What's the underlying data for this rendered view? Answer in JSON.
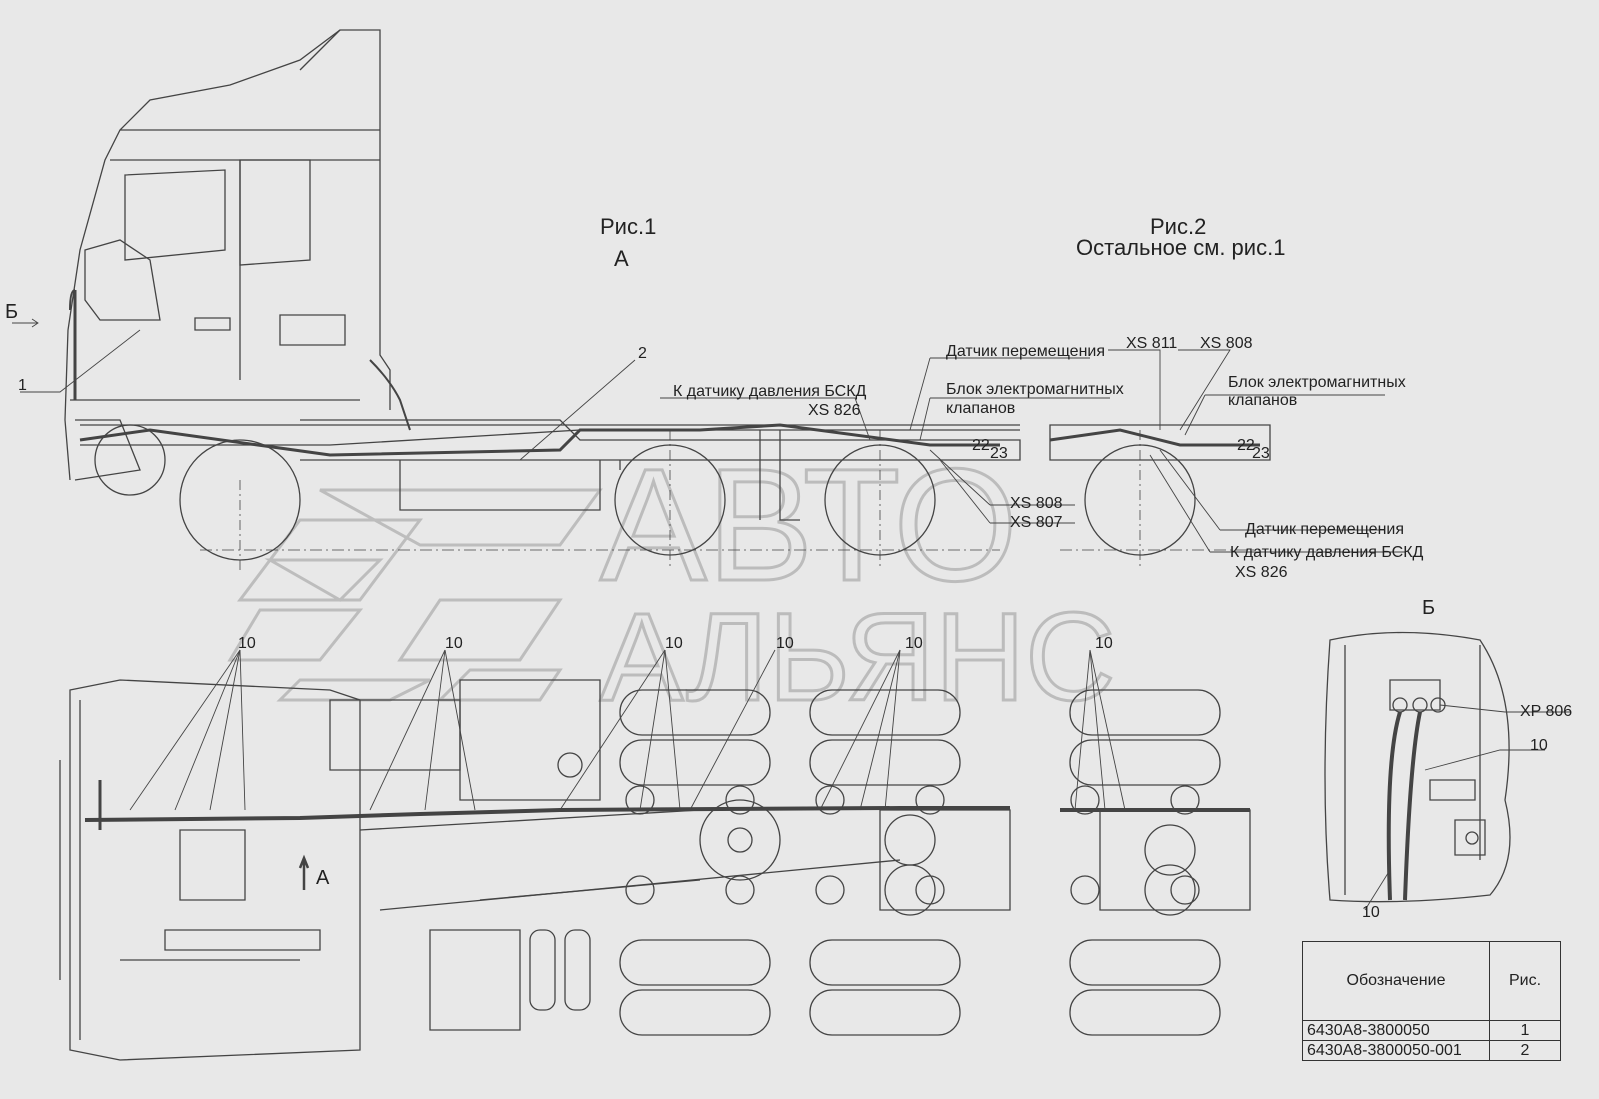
{
  "figures": {
    "fig1_title": "Рис.1",
    "fig1_view": "А",
    "fig2_title": "Рис.2",
    "fig2_note": "Остальное см. рис.1",
    "view_b_title": "Б"
  },
  "fig1_labels": {
    "arrow_b": "Б",
    "part_1": "1",
    "part_2": "2",
    "sensor_move": "Датчик перемещения",
    "valve_block_line1": "Блок электромагнитных",
    "valve_block_line2": "клапанов",
    "to_pressure_sensor": "К датчику давления БСКД",
    "xs826": "XS 826",
    "num_22": "22",
    "num_23": "23",
    "xs808": "XS 808",
    "xs807": "XS 807"
  },
  "fig2_labels": {
    "xs811": "XS 811",
    "xs808": "XS 808",
    "valve_block_line1": "Блок электромагнитных",
    "valve_block_line2": "клапанов",
    "num_22": "22",
    "num_23": "23",
    "sensor_move": "Датчик перемещения",
    "to_pressure_sensor": "К датчику давления БСКД",
    "xs826": "XS 826"
  },
  "top_view_labels": {
    "ten": "10",
    "arrow_a": "А"
  },
  "view_b_labels": {
    "xp806": "XP 806",
    "ten_a": "10",
    "ten_b": "10"
  },
  "watermark": {
    "line1": "АВТО",
    "line2": "АЛЬЯНС"
  },
  "table": {
    "header_designation": "Обозначение",
    "header_fig": "Рис.",
    "rows": [
      {
        "designation": "6430А8-3800050",
        "fig": "1"
      },
      {
        "designation": "6430А8-3800050-001",
        "fig": "2"
      }
    ]
  }
}
